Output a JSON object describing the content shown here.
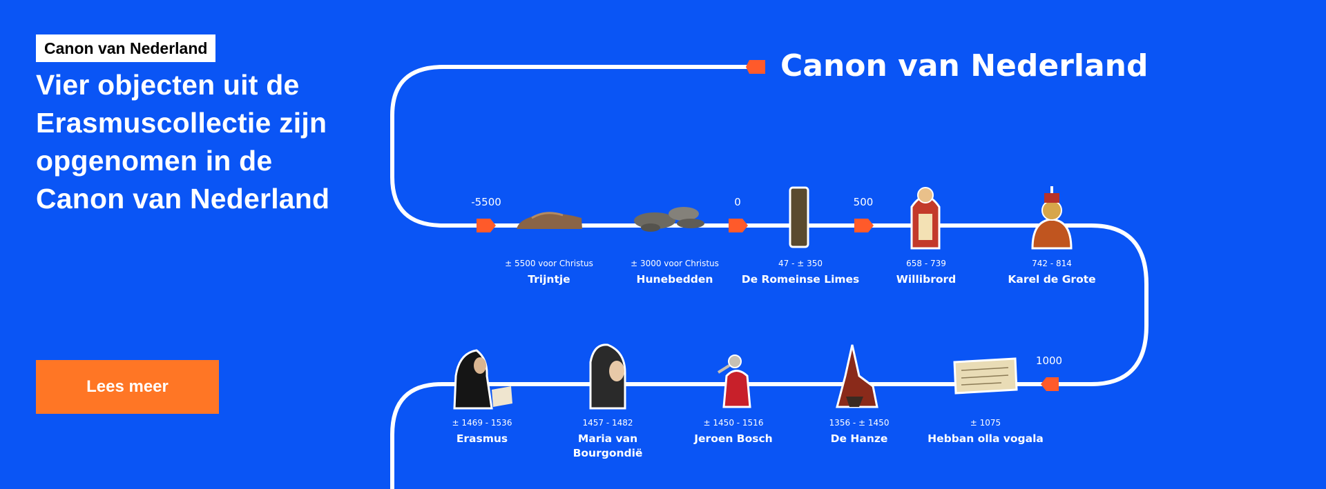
{
  "badge": "Canon van Nederland",
  "headline": "Vier objecten uit de Erasmuscollectie zijn opgenomen in de Canon van Nederland",
  "cta_label": "Lees meer",
  "timeline": {
    "title": "Canon van Nederland",
    "markers": {
      "m_5500": "-5500",
      "m_0": "0",
      "m_500": "500",
      "m_1000": "1000"
    },
    "items": [
      {
        "date": "± 5500 voor Christus",
        "name": "Trijntje"
      },
      {
        "date": "± 3000 voor Christus",
        "name": "Hunebedden"
      },
      {
        "date": "47 - ± 350",
        "name": "De Romeinse Limes"
      },
      {
        "date": "658 - 739",
        "name": "Willibrord"
      },
      {
        "date": "742 - 814",
        "name": "Karel de Grote"
      },
      {
        "date": "± 1075",
        "name": "Hebban olla vogala"
      },
      {
        "date": "1356 - ± 1450",
        "name": "De Hanze"
      },
      {
        "date": "± 1450 - 1516",
        "name": "Jeroen Bosch"
      },
      {
        "date": "1457 - 1482",
        "name": "Maria van",
        "name2": "Bourgondië"
      },
      {
        "date": "± 1469 - 1536",
        "name": "Erasmus"
      }
    ]
  },
  "colors": {
    "background": "#0a55f5",
    "accent": "#ff7625",
    "marker": "#ff5a2a"
  }
}
